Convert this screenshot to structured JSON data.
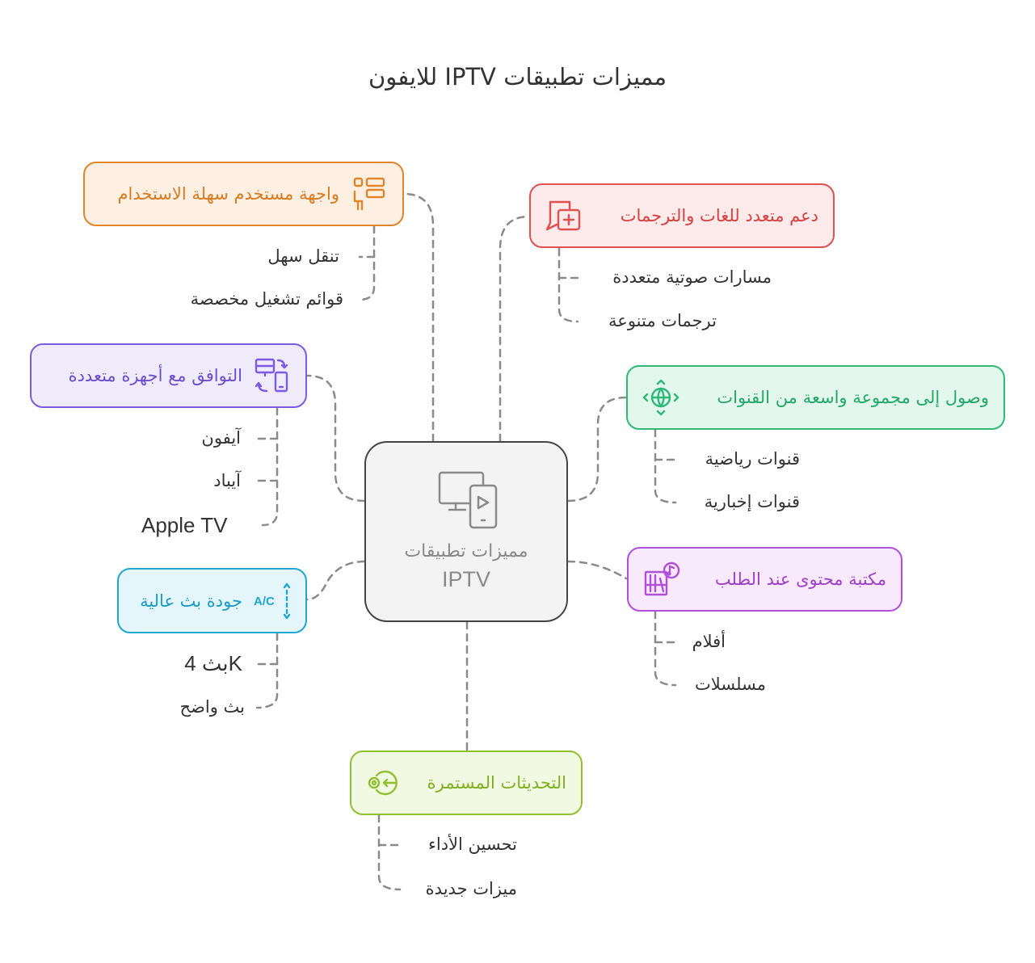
{
  "title": "للايفون IPTV مميزات تطبيقات",
  "center": {
    "line1": "مميزات تطبيقات",
    "line2": "IPTV",
    "icon": "devices-play-icon"
  },
  "branches": {
    "ui": {
      "label": "واجهة مستخدم سهلة الاستخدام",
      "icon": "user-layout-icon",
      "color": "#e0852a",
      "items": [
        "تنقل سهل",
        "قوائم تشغيل مخصصة"
      ]
    },
    "languages": {
      "label": "دعم متعدد للغات والترجمات",
      "icon": "chat-add-icon",
      "color": "#e05050",
      "items": [
        "مسارات صوتية متعددة",
        "ترجمات متنوعة"
      ]
    },
    "compat": {
      "label": "التوافق مع أجهزة متعددة",
      "icon": "device-sync-icon",
      "color": "#7b5be0",
      "items": [
        "آيفون",
        "آيباد",
        "Apple TV"
      ]
    },
    "channels": {
      "label": "وصول إلى مجموعة واسعة من القنوات",
      "icon": "globe-icon",
      "color": "#2fb87a",
      "items": [
        "قنوات رياضية",
        "قنوات إخبارية"
      ]
    },
    "vod": {
      "label": "مكتبة محتوى عند الطلب",
      "icon": "media-library-icon",
      "color": "#b050d8",
      "items": [
        "أفلام",
        "مسلسلات"
      ]
    },
    "quality": {
      "label": "جودة بث عالية",
      "icon": "quality-toggle-icon",
      "color": "#1ea8d0",
      "items": [
        "بث 4K",
        "بث واضح"
      ]
    },
    "updates": {
      "label": "التحديثات المستمرة",
      "icon": "update-arrow-icon",
      "color": "#90c030",
      "items": [
        "تحسين الأداء",
        "ميزات جديدة"
      ]
    }
  }
}
